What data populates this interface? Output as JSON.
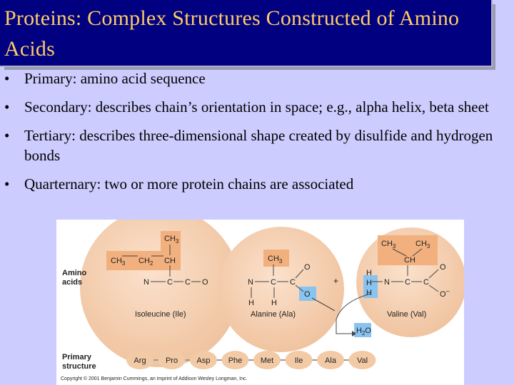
{
  "slide": {
    "title": "Proteins: Complex Structures Constructed of Amino Acids",
    "bullets": [
      {
        "marker": "•",
        "text": "Primary: amino acid sequence"
      },
      {
        "marker": "•",
        "text": "Secondary: describes chain’s orientation in space; e.g., alpha helix, beta sheet"
      },
      {
        "marker": "•",
        "text": "Tertiary: describes three-dimensional shape created by disulfide and hydrogen bonds"
      },
      {
        "marker": "•",
        "text": "Quarternary: two or more protein chains are associated"
      }
    ]
  },
  "figure": {
    "amino_acids_label_1": "Amino",
    "amino_acids_label_2": "acids",
    "primary_label_1": "Primary",
    "primary_label_2": "structure",
    "isoleucine": {
      "name": "Isoleucine (Ile)",
      "side_top": "CH",
      "side_top_sub": "3",
      "side_row": "CH",
      "side_row_sub": "3",
      "side_row_b": "CH",
      "side_row_b_sub": "2",
      "side_row_c": "CH",
      "backbone_n": "N",
      "backbone_c1": "C",
      "backbone_c2": "C",
      "backbone_o": "O"
    },
    "alanine": {
      "name": "Alanine (Ala)",
      "side": "CH",
      "side_sub": "3",
      "h1": "H",
      "h2": "H",
      "n": "N",
      "c1": "C",
      "c2": "C",
      "o_double": "O",
      "o_single": "O"
    },
    "valine": {
      "name": "Valine (Val)",
      "ch3_left": "CH",
      "ch3_left_sub": "3",
      "ch3_right": "CH",
      "ch3_right_sub": "3",
      "ch": "CH",
      "h_top": "H",
      "h_mid": "H",
      "h_bot": "H",
      "n": "N",
      "c1": "C",
      "c2": "C",
      "o_double": "O",
      "o_minus": "O",
      "minus": "–"
    },
    "plus_sign": "+",
    "water": "H",
    "water_sub": "2",
    "water_o": "O",
    "chain": [
      "Arg",
      "Pro",
      "Asp",
      "Phe",
      "Met",
      "Ile",
      "Ala",
      "Val"
    ],
    "copyright": "Copyright © 2001 Benjamin Cummings, an imprint of Addison Wesley Longman, Inc."
  }
}
